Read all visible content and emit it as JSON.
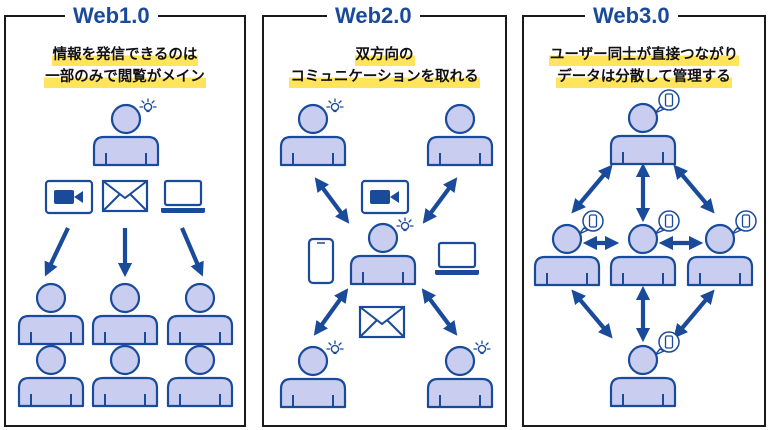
{
  "web1": {
    "title": "Web1.0",
    "caption_line1": "情報を発信できるのは",
    "caption_line2": "一部のみで閲覧がメイン"
  },
  "web2": {
    "title": "Web2.0",
    "caption_line1": "双方向の",
    "caption_line2": "コミュニケーションを取れる"
  },
  "web3": {
    "title": "Web3.0",
    "caption_line1": "ユーザー同士が直接つながり",
    "caption_line2": "データは分散して管理する"
  },
  "colors": {
    "accent_blue": "#1a4a9a",
    "person_fill": "#c9cdf0",
    "highlight": "#ffe45c",
    "border": "#1a1a1a"
  },
  "icons": [
    "person-icon",
    "lightbulb-icon",
    "video-camera-icon",
    "envelope-icon",
    "laptop-icon",
    "smartphone-icon",
    "speech-bubble-phone-icon",
    "arrow-icon"
  ]
}
